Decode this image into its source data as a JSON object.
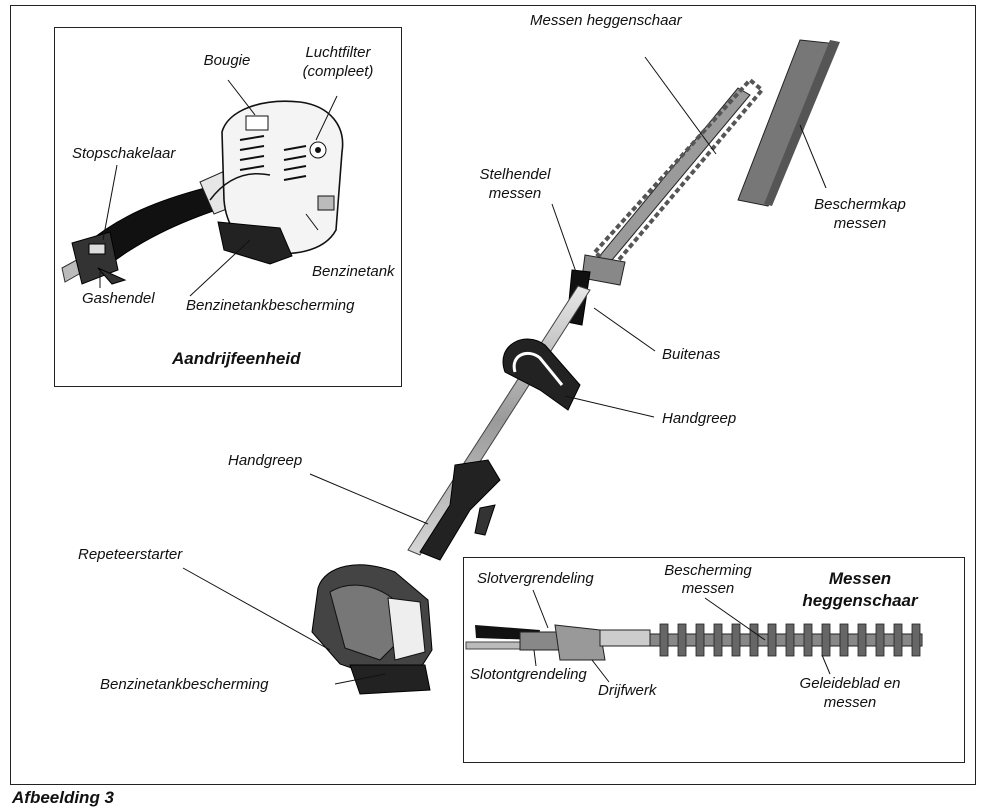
{
  "labels": {
    "messen_heggenschaar": "Messen heggenschaar",
    "bougie": "Bougie",
    "luchtfilter_l1": "Luchtfilter",
    "luchtfilter_l2": "(compleet)",
    "stopschakelaar": "Stopschakelaar",
    "benzinetank": "Benzinetank",
    "gashendel": "Gashendel",
    "benzinetankbescherming_top": "Benzinetankbescherming",
    "aandrijfeenheid": "Aandrijfeenheid",
    "stelhendel_l1": "Stelhendel",
    "stelhendel_l2": "messen",
    "beschermkap_l1": "Beschermkap",
    "beschermkap_l2": "messen",
    "buitenas": "Buitenas",
    "handgreep_right": "Handgreep",
    "handgreep_left": "Handgreep",
    "repeteerstarter": "Repeteerstarter",
    "benzinetankbescherming_bottom": "Benzinetankbescherming",
    "slotvergrendeling": "Slotvergrendeling",
    "bescherming_l1": "Bescherming",
    "bescherming_l2": "messen",
    "messen_heggenschaar_inset_l1": "Messen",
    "messen_heggenschaar_inset_l2": "heggenschaar",
    "slotontgrendeling": "Slotontgrendeling",
    "drijfwerk": "Drijfwerk",
    "geleideblad_l1": "Geleideblad en",
    "geleideblad_l2": "messen"
  },
  "caption": "Afbeelding 3"
}
